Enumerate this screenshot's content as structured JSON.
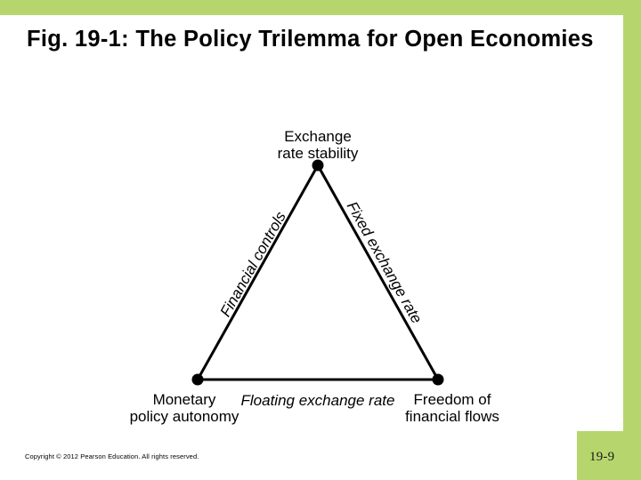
{
  "slide": {
    "title": "Fig. 19-1: The Policy Trilemma for Open Economies",
    "accent_color": "#b6d66d",
    "background_color": "#ffffff",
    "line_color": "#000000"
  },
  "diagram": {
    "type": "triangle-trilemma",
    "vertices": [
      {
        "id": "apex",
        "label": "Exchange\nrate stability",
        "label_line1": "Exchange",
        "label_line2": "rate stability"
      },
      {
        "id": "bottom-left",
        "label": "Monetary\npolicy autonomy",
        "label_line1": "Monetary",
        "label_line2": "policy autonomy"
      },
      {
        "id": "bottom-right",
        "label": "Freedom of\nfinancial flows",
        "label_line1": "Freedom of",
        "label_line2": "financial flows"
      }
    ],
    "edges": [
      {
        "id": "left-edge",
        "label": "Financial controls",
        "style": "italic"
      },
      {
        "id": "right-edge",
        "label": "Fixed exchange rate",
        "style": "italic"
      },
      {
        "id": "bottom-edge",
        "label": "Floating exchange rate",
        "style": "italic"
      }
    ]
  },
  "footer": {
    "copyright": "Copyright © 2012 Pearson Education. All rights reserved.",
    "page_number": "19-9"
  }
}
